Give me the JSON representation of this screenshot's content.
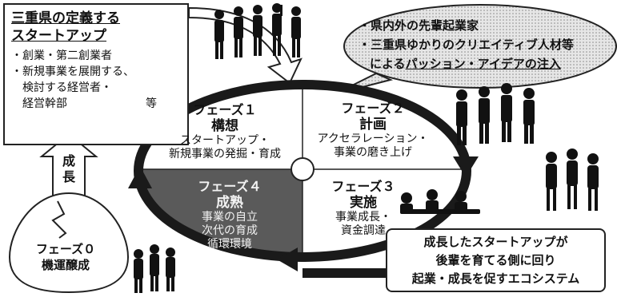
{
  "definition_box": {
    "title_line1": "三重県の定義する",
    "title_line2": "スタートアップ",
    "item1": "創業・第二創業者",
    "item2_line1": "新規事業を展開する、",
    "item2_line2": "検討する経営者・",
    "item2_line3": "経営幹部",
    "item2_tail": "等"
  },
  "bubble": {
    "line1": "県内外の先輩起業家",
    "line2": "三重県ゆかりのクリエイティブ人材等",
    "line3_prefix": "による",
    "line3_underlined": "パッション・アイデアの注入"
  },
  "phases": [
    {
      "name": "フェーズ１",
      "title": "構想",
      "desc_line1": "スタートアップ・",
      "desc_line2": "新規事業の発掘・育成"
    },
    {
      "name": "フェーズ２",
      "title": "計画",
      "desc_line1": "アクセラレーション・",
      "desc_line2": "事業の磨き上げ"
    },
    {
      "name": "フェーズ３",
      "title": "実施",
      "desc_line1": "事業成長・",
      "desc_line2": "資金調達"
    },
    {
      "name": "フェーズ４",
      "title": "成熟",
      "desc_line1": "事業の自立",
      "desc_line2": "次代の育成",
      "desc_line3": "循環環境"
    }
  ],
  "growth": {
    "char1": "成",
    "char2": "長"
  },
  "phase0": {
    "name": "フェーズ０",
    "title": "機運醸成"
  },
  "ecosystem_box": {
    "line1": "成長したスタートアップが",
    "line2": "後輩を育てる側に回り",
    "line3": "起業・成長を促すエコシステム"
  },
  "colors": {
    "dark_quadrant": "#5a5a5a",
    "ring": "#1a1a1a",
    "bubble_fill": "#cfcfcf",
    "silhouette": "#111111"
  }
}
